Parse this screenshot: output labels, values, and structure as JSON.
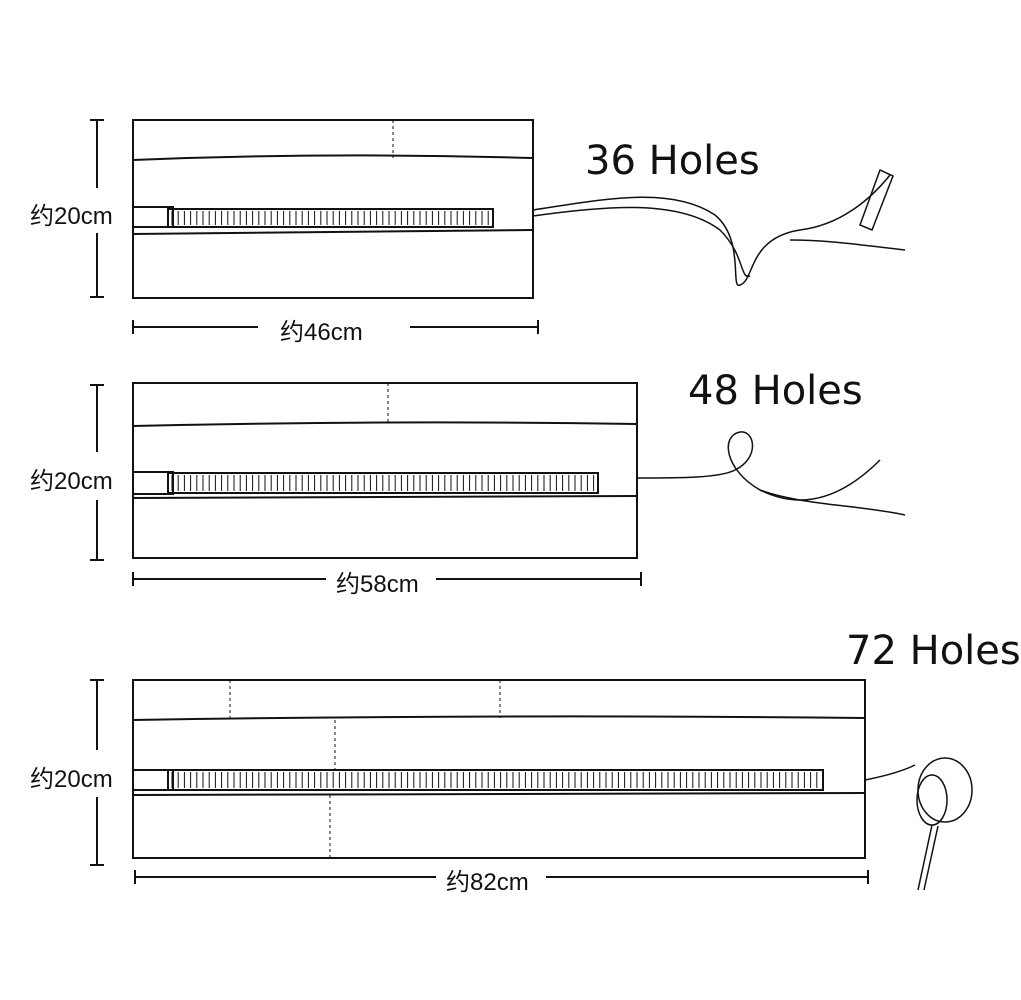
{
  "variants": [
    {
      "holes_label": "36 Holes",
      "height_label": "约20cm",
      "width_label": "约46cm"
    },
    {
      "holes_label": "48 Holes",
      "height_label": "约20cm",
      "width_label": "约58cm"
    },
    {
      "holes_label": "72 Holes",
      "height_label": "约20cm",
      "width_label": "约82cm"
    }
  ],
  "colors": {
    "ink": "#111111",
    "background": "#ffffff"
  }
}
